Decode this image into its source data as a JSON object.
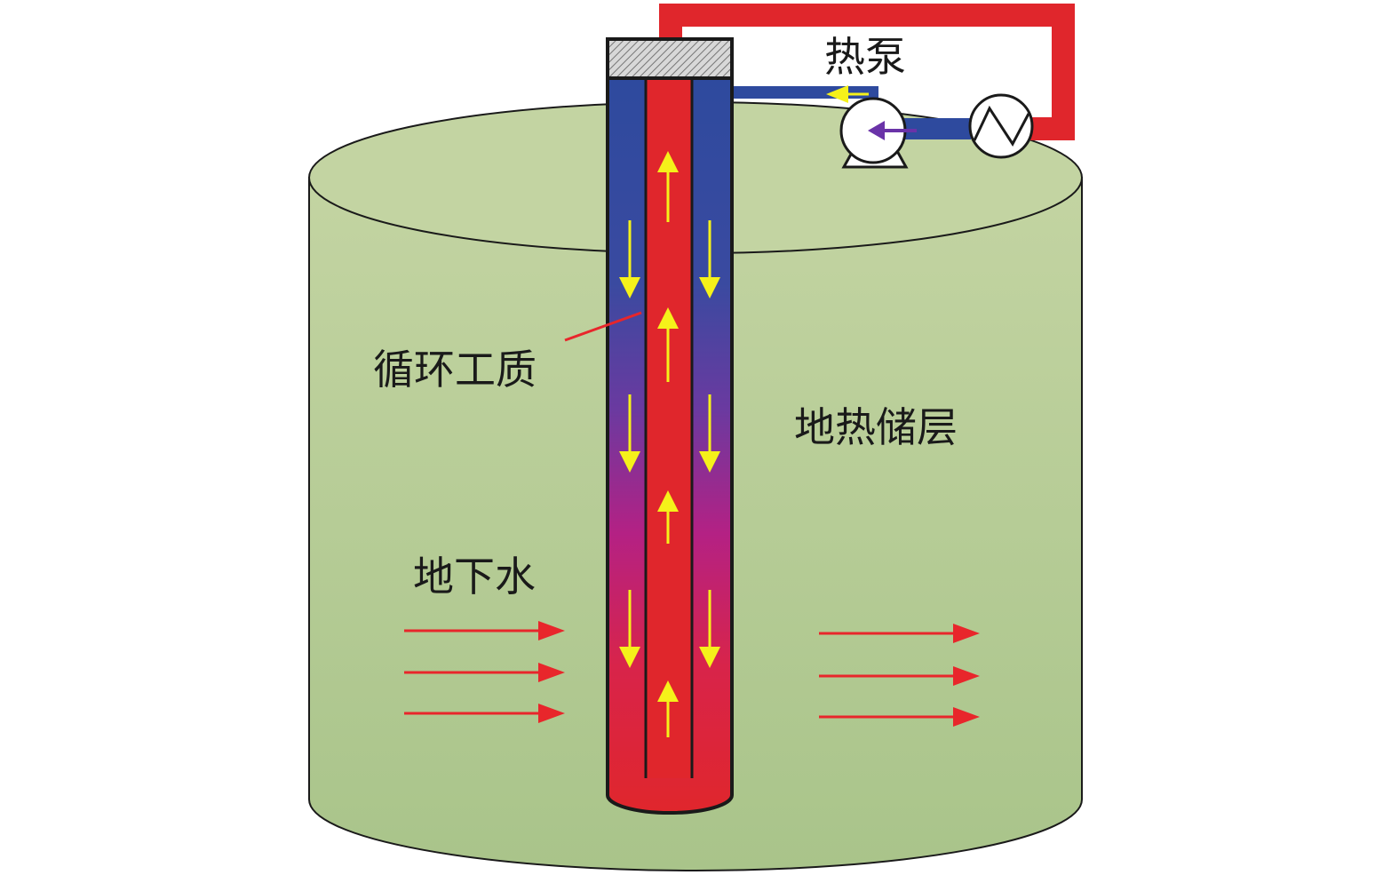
{
  "labels": {
    "heat_pump": "热泵",
    "working_fluid": "循环工质",
    "geothermal_reservoir": "地热储层",
    "groundwater": "地下水"
  },
  "colors": {
    "reservoir_fill_top": "#c3d4a2",
    "reservoir_fill_bottom": "#a9c48a",
    "reservoir_stroke": "#1a1a1a",
    "hot_fluid": "#e0262c",
    "cold_fluid": "#2e4a9e",
    "mixed_fluid": "#b42184",
    "flow_arrow": "#f5f11a",
    "groundwater_arrow": "#e8262b",
    "heat_loop": "#e0262c",
    "pump_arrow_cold": "#f5f11a",
    "pump_arrow_inner": "#6a33a8",
    "cap_hatch": "#888888"
  },
  "icons": [
    "circulation-pump-icon",
    "heat-exchanger-icon",
    "wellhead-cap-icon"
  ]
}
